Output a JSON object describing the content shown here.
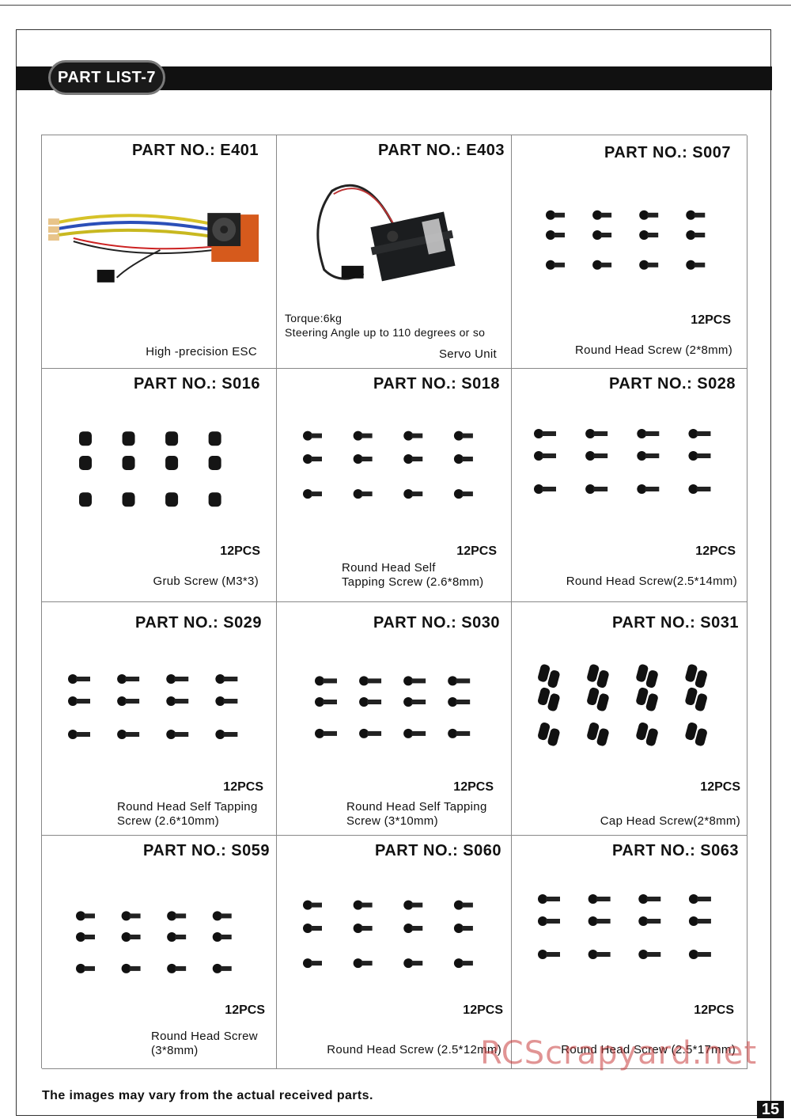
{
  "header": {
    "title": "PART LIST-7"
  },
  "parts": [
    {
      "part_no": "PART NO.: E401",
      "qty": "",
      "description": "High -precision ESC",
      "note": "",
      "kind": "esc"
    },
    {
      "part_no": "PART NO.: E403",
      "qty": "",
      "description": "Servo Unit",
      "note": "Torque:6kg\nSteering Angle up to 110 degrees or so",
      "kind": "servo"
    },
    {
      "part_no": "PART NO.:  S007",
      "qty": "12PCS",
      "description": "Round Head Screw (2*8mm)",
      "note": "",
      "kind": "screw"
    },
    {
      "part_no": "PART NO.:  S016",
      "qty": "12PCS",
      "description": "Grub Screw (M3*3)",
      "note": "",
      "kind": "grub"
    },
    {
      "part_no": "PART NO.:  S018",
      "qty": "12PCS",
      "description": "Round Head Self\nTapping Screw (2.6*8mm)",
      "note": "",
      "kind": "screw"
    },
    {
      "part_no": "PART NO.:  S028",
      "qty": "12PCS",
      "description": "Round Head Screw(2.5*14mm)",
      "note": "",
      "kind": "screw"
    },
    {
      "part_no": "PART NO.:  S029",
      "qty": "12PCS",
      "description": "Round Head Self Tapping\nScrew (2.6*10mm)",
      "note": "",
      "kind": "screw"
    },
    {
      "part_no": "PART NO.:  S030",
      "qty": "12PCS",
      "description": "Round Head Self Tapping\nScrew (3*10mm)",
      "note": "",
      "kind": "screw"
    },
    {
      "part_no": "PART NO.:  S031",
      "qty": "12PCS",
      "description": "Cap Head Screw(2*8mm)",
      "note": "",
      "kind": "cap"
    },
    {
      "part_no": "PART NO.:  S059",
      "qty": "12PCS",
      "description": "Round Head Screw\n(3*8mm)",
      "note": "",
      "kind": "screw"
    },
    {
      "part_no": "PART NO.:  S060",
      "qty": "12PCS",
      "description": "Round Head Screw (2.5*12mm)",
      "note": "",
      "kind": "screw"
    },
    {
      "part_no": "PART NO.:  S063",
      "qty": "12PCS",
      "description": "Round Head Screw (2.5*17mm)",
      "note": "",
      "kind": "screw"
    }
  ],
  "footer": {
    "note": "The images may vary from the actual received parts.",
    "page_number": "15",
    "watermark": "RCScrapyard.net"
  }
}
